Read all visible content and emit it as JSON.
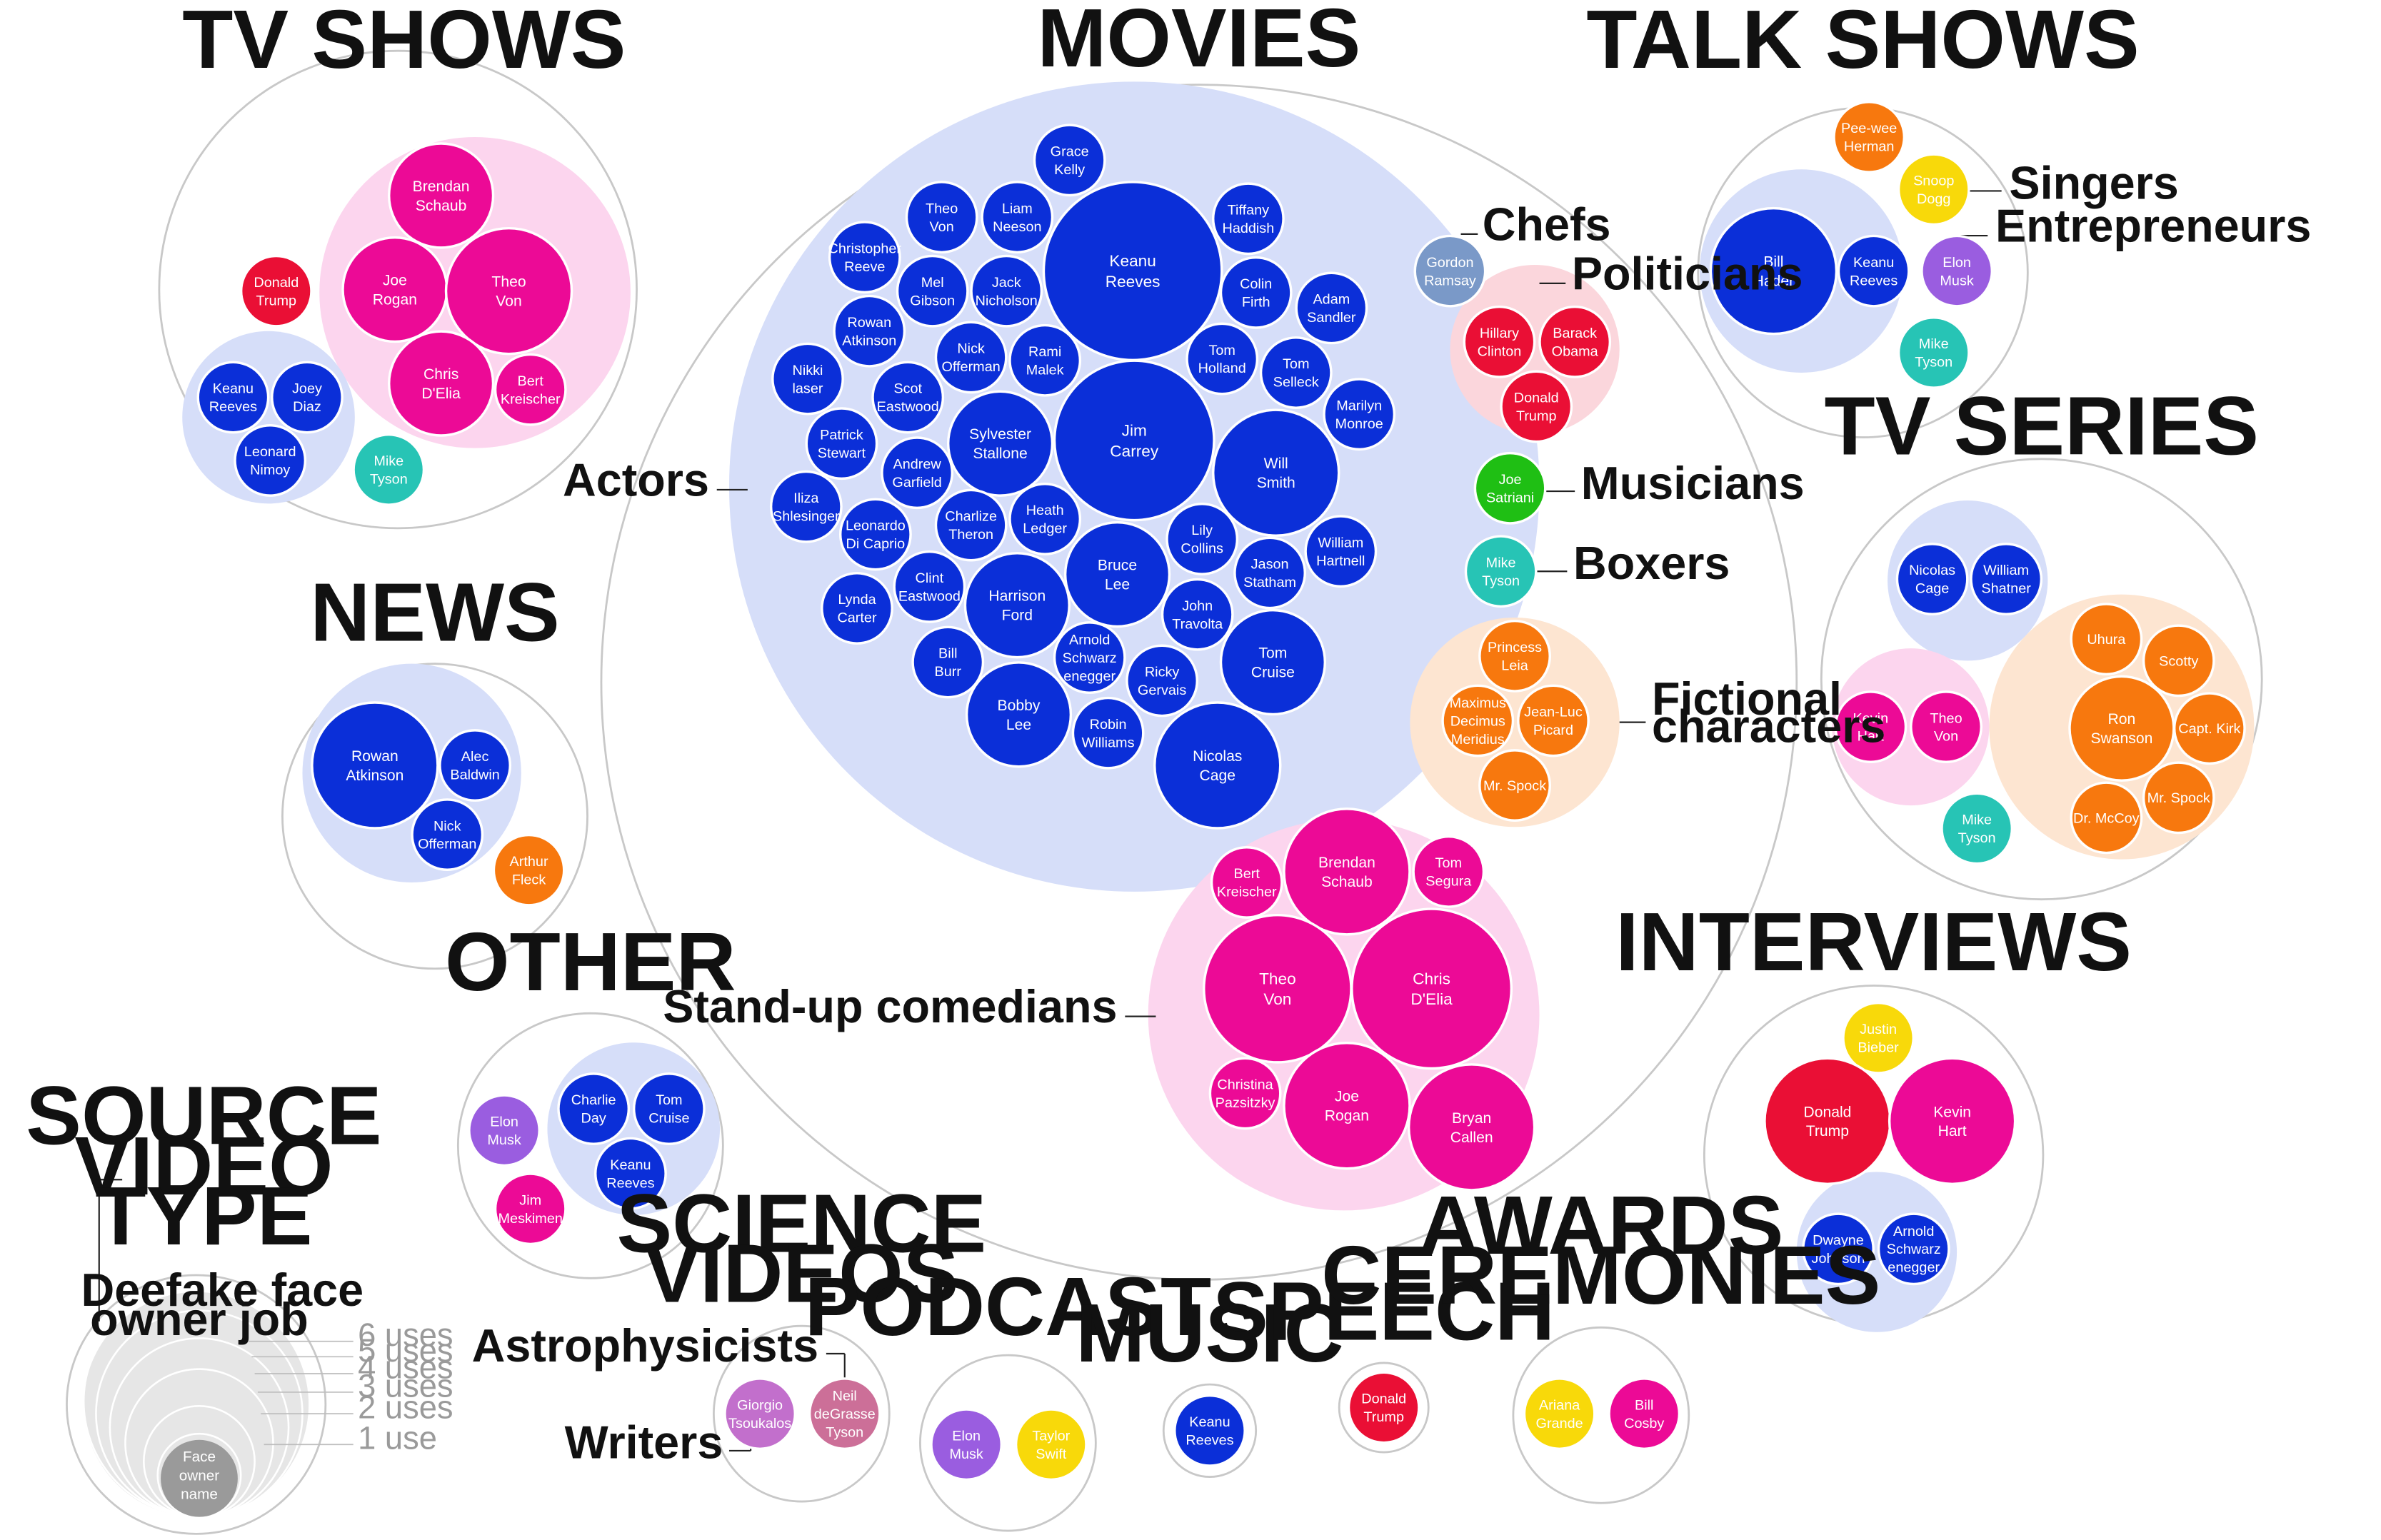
{
  "colors": {
    "actor": "#0b2fd8",
    "comedian": "#ec0a96",
    "politician": "#ea0f35",
    "fictional": "#f7780e",
    "boxer": "#27c4b5",
    "singer": "#f8d90a",
    "entrepreneur": "#9a5de0",
    "musician": "#1fbf14",
    "chef": "#7a99c8",
    "astrophysicist": "#cc6f98",
    "writer": "#c26fcc",
    "bg_actor": "#d6def9",
    "bg_comedian": "#fcd5ee",
    "bg_politician": "#fbd6dc",
    "bg_fictional": "#fde5d1",
    "legend_gray": "#bdbdbd"
  },
  "sections": {
    "tv_shows": "TV SHOWS",
    "movies": "MOVIES",
    "talk_shows": "TALK SHOWS",
    "tv_series": "TV SERIES",
    "news": "NEWS",
    "other": "OTHER",
    "interviews": "INTERVIEWS",
    "source_video_type": [
      "SOURCE",
      "VIDEO",
      "TYPE"
    ],
    "science_videos": [
      "SCIENCE",
      "VIDEOS"
    ],
    "podcast": "PODCAST",
    "music": "MUSIC",
    "speech": "SPEECH",
    "awards_ceremonies": [
      "AWARDS",
      "CEREMONIES"
    ]
  },
  "category_labels": {
    "chefs": "Chefs",
    "politicians": "Politicians",
    "musicians": "Musicians",
    "boxers": "Boxers",
    "fictional_characters": [
      "Fictional",
      "characters"
    ],
    "actors": "Actors",
    "standup_comedians": "Stand-up comedians",
    "singers": "Singers",
    "entrepreneurs": "Entrepreneurs",
    "astrophysicists": "Astrophysicists",
    "writers": "Writers"
  },
  "legend": {
    "job_label": [
      "Deefake face",
      "owner job"
    ],
    "uses": [
      "6 uses",
      "5 uses",
      "4 uses",
      "3 uses",
      "2 uses",
      "1 use"
    ],
    "face_owner": [
      "Face",
      "owner",
      "name"
    ]
  },
  "faces": {
    "movies": [
      [
        "Grace",
        "Kelly"
      ],
      [
        "Theo",
        "Von"
      ],
      [
        "Liam",
        "Neeson"
      ],
      [
        "Keanu",
        "Reeves"
      ],
      [
        "Tiffany",
        "Haddish"
      ],
      [
        "Christopher",
        "Reeve"
      ],
      [
        "Mel",
        "Gibson"
      ],
      [
        "Jack",
        "Nicholson"
      ],
      [
        "Colin",
        "Firth"
      ],
      [
        "Adam",
        "Sandler"
      ],
      [
        "Rowan",
        "Atkinson"
      ],
      [
        "Nikki",
        "laser"
      ],
      [
        "Scot",
        "Eastwood"
      ],
      [
        "Nick",
        "Offerman"
      ],
      [
        "Rami",
        "Malek"
      ],
      [
        "Tom",
        "Holland"
      ],
      [
        "Tom",
        "Selleck"
      ],
      [
        "Jim",
        "Carrey"
      ],
      [
        "Marilyn",
        "Monroe"
      ],
      [
        "Patrick",
        "Stewart"
      ],
      [
        "Sylvester",
        "Stallone"
      ],
      [
        "Will",
        "Smith"
      ],
      [
        "Andrew",
        "Garfield"
      ],
      [
        "Iliza",
        "Shlesinger"
      ],
      [
        "Leonardo",
        "Di Caprio"
      ],
      [
        "Charlize",
        "Theron"
      ],
      [
        "Heath",
        "Ledger"
      ],
      [
        "Lily",
        "Collins"
      ],
      [
        "William",
        "Hartnell"
      ],
      [
        "Bruce",
        "Lee"
      ],
      [
        "Jason",
        "Statham"
      ],
      [
        "Clint",
        "Eastwood"
      ],
      [
        "Harrison",
        "Ford"
      ],
      [
        "Lynda",
        "Carter"
      ],
      [
        "John",
        "Travolta"
      ],
      [
        "Arnold",
        "Schwarz",
        "enegger"
      ],
      [
        "Bill",
        "Burr"
      ],
      [
        "Tom",
        "Cruise"
      ],
      [
        "Ricky",
        "Gervais"
      ],
      [
        "Bobby",
        "Lee"
      ],
      [
        "Robin",
        "Williams"
      ],
      [
        "Nicolas",
        "Cage"
      ],
      [
        "Gordon",
        "Ramsay"
      ],
      [
        "Hillary",
        "Clinton"
      ],
      [
        "Barack",
        "Obama"
      ],
      [
        "Donald",
        "Trump"
      ],
      [
        "Joe",
        "Satriani"
      ],
      [
        "Mike",
        "Tyson"
      ],
      [
        "Princess",
        "Leia"
      ],
      [
        "Maximus",
        "Decimus",
        "Meridius"
      ],
      [
        "Jean-Luc",
        "Picard"
      ],
      [
        "Mr. Spock"
      ],
      [
        "Bert",
        "Kreischer"
      ],
      [
        "Brendan",
        "Schaub"
      ],
      [
        "Tom",
        "Segura"
      ],
      [
        "Theo",
        "Von"
      ],
      [
        "Chris",
        "D'Elia"
      ],
      [
        "Christina",
        "Pazsitzky"
      ],
      [
        "Joe",
        "Rogan"
      ],
      [
        "Bryan",
        "Callen"
      ]
    ],
    "tv_shows": [
      [
        "Brendan",
        "Schaub"
      ],
      [
        "Donald",
        "Trump"
      ],
      [
        "Joe",
        "Rogan"
      ],
      [
        "Theo",
        "Von"
      ],
      [
        "Keanu",
        "Reeves"
      ],
      [
        "Joey",
        "Diaz"
      ],
      [
        "Chris",
        "D'Elia"
      ],
      [
        "Bert",
        "Kreischer"
      ],
      [
        "Leonard",
        "Nimoy"
      ],
      [
        "Mike",
        "Tyson"
      ]
    ],
    "news": [
      [
        "Rowan",
        "Atkinson"
      ],
      [
        "Alec",
        "Baldwin"
      ],
      [
        "Nick",
        "Offerman"
      ],
      [
        "Arthur",
        "Fleck"
      ]
    ],
    "other": [
      [
        "Elon",
        "Musk"
      ],
      [
        "Charlie",
        "Day"
      ],
      [
        "Tom",
        "Cruise"
      ],
      [
        "Keanu",
        "Reeves"
      ],
      [
        "Jim",
        "Meskimen"
      ]
    ],
    "talk_shows": [
      [
        "Pee-wee",
        "Herman"
      ],
      [
        "Snoop",
        "Dogg"
      ],
      [
        "Bill",
        "Hader"
      ],
      [
        "Keanu",
        "Reeves"
      ],
      [
        "Elon",
        "Musk"
      ],
      [
        "Mike",
        "Tyson"
      ]
    ],
    "tv_series": [
      [
        "Nicolas",
        "Cage"
      ],
      [
        "William",
        "Shatner"
      ],
      [
        "Uhura"
      ],
      [
        "Scotty"
      ],
      [
        "Kevin",
        "Hart"
      ],
      [
        "Theo",
        "Von"
      ],
      [
        "Ron",
        "Swanson"
      ],
      [
        "Capt. Kirk"
      ],
      [
        "Mr. Spock"
      ],
      [
        "Dr. McCoy"
      ],
      [
        "Mike",
        "Tyson"
      ]
    ],
    "interviews": [
      [
        "Justin",
        "Bieber"
      ],
      [
        "Donald",
        "Trump"
      ],
      [
        "Kevin",
        "Hart"
      ],
      [
        "Dwayne",
        "Johnson"
      ],
      [
        "Arnold",
        "Schwarz",
        "enegger"
      ]
    ],
    "science_videos": [
      [
        "Giorgio",
        "Tsoukalos"
      ],
      [
        "Neil",
        "deGrasse",
        "Tyson"
      ]
    ],
    "podcast": [
      [
        "Elon",
        "Musk"
      ],
      [
        "Taylor",
        "Swift"
      ]
    ],
    "music": [
      [
        "Keanu",
        "Reeves"
      ]
    ],
    "speech": [
      [
        "Donald",
        "Trump"
      ]
    ],
    "awards": [
      [
        "Ariana",
        "Grande"
      ],
      [
        "Bill",
        "Cosby"
      ]
    ]
  }
}
